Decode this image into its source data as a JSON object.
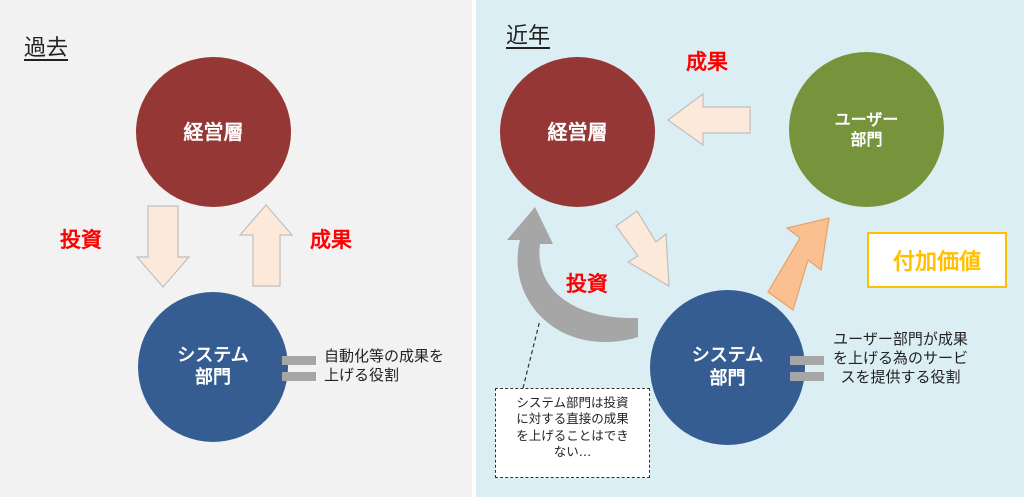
{
  "left": {
    "title": "過去",
    "top_circle": "経営層",
    "bottom_circle": "システム\n部門",
    "invest_label": "投資",
    "result_label": "成果",
    "note": "自動化等の成果を\n上げる役割"
  },
  "right": {
    "title": "近年",
    "management_circle": "経営層",
    "user_circle": "ユーザー\n部門",
    "system_circle": "システム\n部門",
    "result_label": "成果",
    "invest_label": "投資",
    "added_value": "付加価値",
    "note": "ユーザー部門が成果\nを上げる為のサービ\nスを提供する役割",
    "callout": "システム部門は投資\nに対する直接の成果\nを上げることはでき\nない…"
  },
  "colors": {
    "management": "#953735",
    "system": "#355d92",
    "user": "#77933c",
    "label_red": "#ff0000",
    "added_value": "#ffc000",
    "arrow_light": "#fde9d9",
    "arrow_orange": "#fac090",
    "arrow_gray": "#a6a6a6"
  }
}
